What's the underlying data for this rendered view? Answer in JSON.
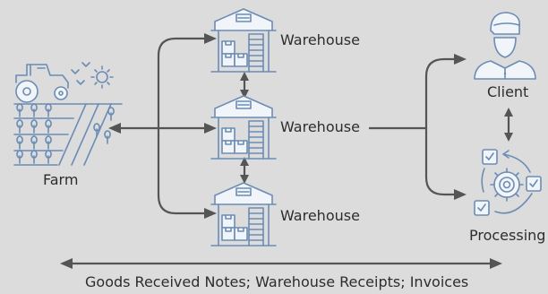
{
  "nodes": {
    "farm": "Farm",
    "warehouse_top": "Warehouse",
    "warehouse_middle": "Warehouse",
    "warehouse_bottom": "Warehouse",
    "client": "Client",
    "processing": "Processing"
  },
  "footer_caption": "Goods Received Notes; Warehouse Receipts; Invoices",
  "colors": {
    "background": "#dcdcdc",
    "icon_stroke": "#6b8cb5",
    "arrow": "#555555"
  }
}
